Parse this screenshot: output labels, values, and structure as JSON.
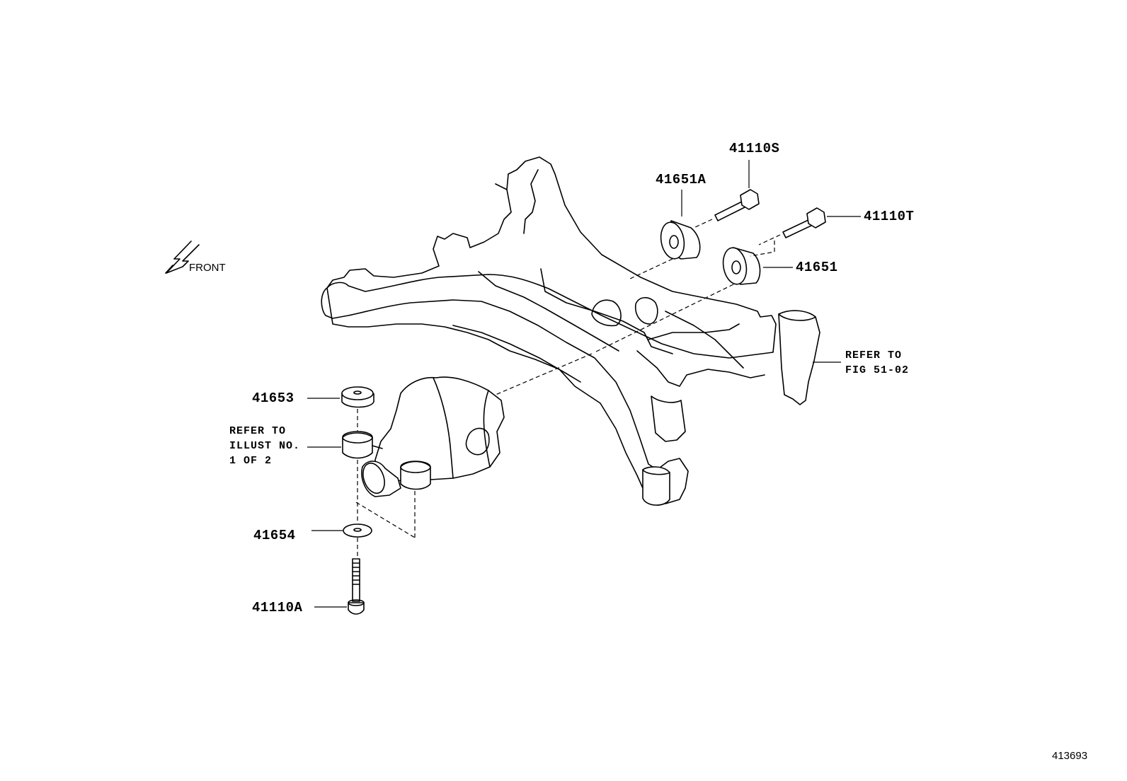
{
  "front_label": "FRONT",
  "figure_number": "413693",
  "callouts": {
    "p41110S": "41110S",
    "p41651A": "41651A",
    "p41110T": "41110T",
    "p41651": "41651",
    "p41653": "41653",
    "p41654": "41654",
    "p41110A": "41110A"
  },
  "refer_fig": {
    "line1": "REFER TO",
    "line2": "FIG 51-02"
  },
  "refer_illust": {
    "line1": "REFER TO",
    "line2": "ILLUST NO.",
    "line3": "1 OF 2"
  },
  "icons": [
    "front-direction-arrow-icon"
  ],
  "colors": {
    "ink": "#000000",
    "paper": "#ffffff"
  }
}
